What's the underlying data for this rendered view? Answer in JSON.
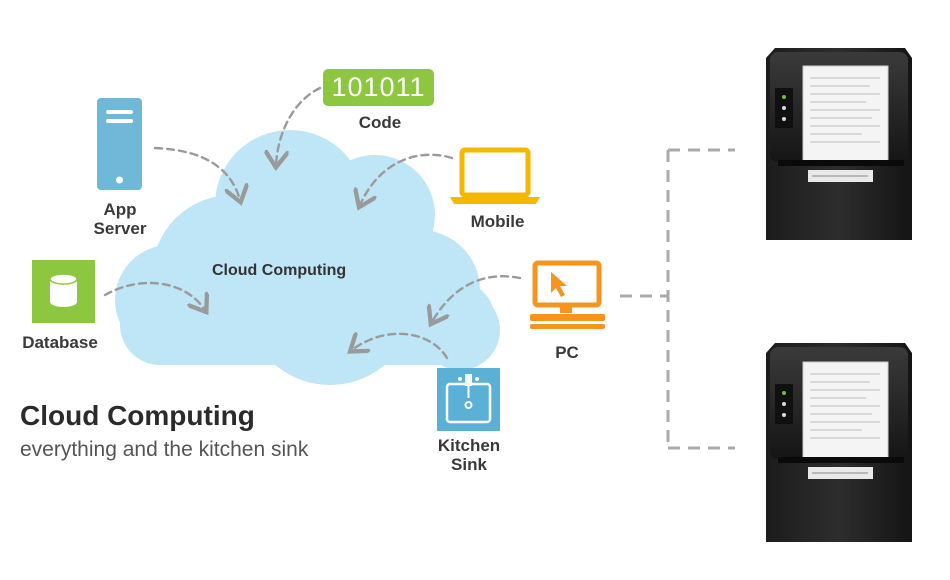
{
  "heading": {
    "title": "Cloud Computing",
    "subtitle": "everything and the kitchen sink"
  },
  "cloud": {
    "label": "Cloud Computing",
    "color": "#bfe6f6"
  },
  "nodes": {
    "code": {
      "badge": "101011",
      "label": "Code",
      "icon": "code-badge-icon"
    },
    "app_server": {
      "line1": "App",
      "line2": "Server",
      "icon": "server-icon"
    },
    "mobile": {
      "label": "Mobile",
      "icon": "laptop-icon"
    },
    "database": {
      "label": "Database",
      "icon": "database-icon"
    },
    "pc": {
      "label": "PC",
      "icon": "desktop-monitor-icon"
    },
    "kitchen_sink": {
      "line1": "Kitchen",
      "line2": "Sink",
      "icon": "sink-icon"
    }
  },
  "devices": {
    "printers": [
      {
        "icon": "receipt-printer-icon"
      },
      {
        "icon": "receipt-printer-icon"
      }
    ]
  },
  "colors": {
    "server_blue": "#6fb8d8",
    "db_green": "#8dc63f",
    "laptop_yellow": "#f5b800",
    "pc_orange": "#f7941d",
    "sink_blue": "#5bb0d5",
    "arrow_gray": "#9a9a9a"
  }
}
